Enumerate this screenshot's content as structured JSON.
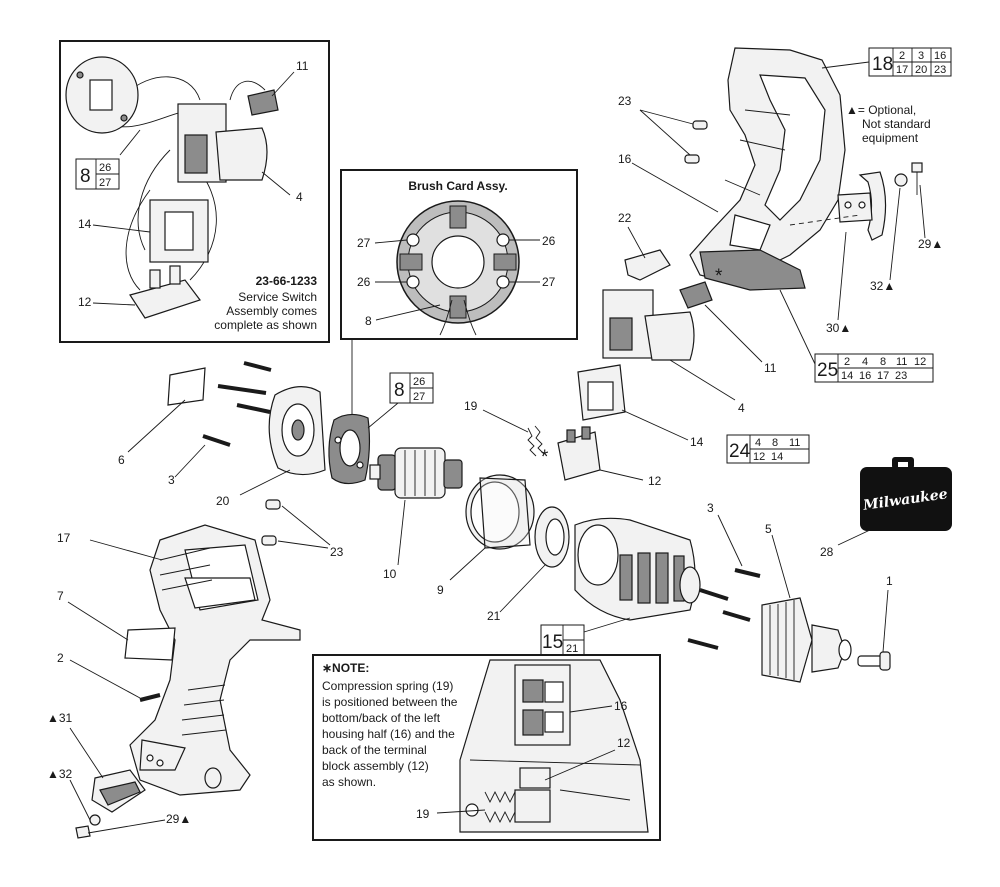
{
  "callouts": {
    "c1": "1",
    "c2": "2",
    "c3a": "3",
    "c3b": "3",
    "c4a": "4",
    "c4b": "4",
    "c5": "5",
    "c6": "6",
    "c7": "7",
    "c8a": "8",
    "c9": "9",
    "c10": "10",
    "c11a": "11",
    "c11b": "11",
    "c12a": "12",
    "c12b": "12",
    "c12c": "12",
    "c14a": "14",
    "c14b": "14",
    "c16a": "16",
    "c16b": "16",
    "c17": "17",
    "c19a": "19",
    "c19b": "19",
    "c20": "20",
    "c21": "21",
    "c22": "22",
    "c23a": "23",
    "c23b": "23",
    "c26a": "26",
    "c26b": "26",
    "c27a": "27",
    "c27b": "27",
    "c28": "28",
    "c29a": "29▲",
    "c29b": "29▲",
    "c30": "30▲",
    "c31": "▲31",
    "c32a": "32▲",
    "c32b": "▲32"
  },
  "ref_boxes": {
    "r18": {
      "main": "18",
      "top": [
        "2",
        "3",
        "16"
      ],
      "bottom": [
        "17",
        "20",
        "23"
      ]
    },
    "r25": {
      "main": "25",
      "top": [
        "2",
        "4",
        "8",
        "11",
        "12"
      ],
      "bottom": [
        "14",
        "16",
        "17",
        "23"
      ]
    },
    "r24": {
      "main": "24",
      "top": [
        "4",
        "8",
        "11"
      ],
      "bottom": [
        "12",
        "14"
      ]
    },
    "r8a": {
      "main": "8",
      "top": [
        "26"
      ],
      "bottom": [
        "27"
      ]
    },
    "r8b": {
      "main": "8",
      "top": [
        "26"
      ],
      "bottom": [
        "27"
      ]
    },
    "r15": {
      "main": "15",
      "top": [
        ""
      ],
      "bottom": [
        "21"
      ]
    }
  },
  "legend": {
    "optional_line1": "▲= Optional,",
    "optional_line2": "Not standard",
    "optional_line3": "equipment",
    "asterisk": "*"
  },
  "switch_box": {
    "part_no": "23-66-1233",
    "line1": "Service Switch",
    "line2": "Assembly comes",
    "line3": "complete as shown"
  },
  "brush_box": {
    "title": "Brush Card Assy."
  },
  "note_box": {
    "heading": "∗NOTE:",
    "lines": [
      "Compression spring (19)",
      "is positioned between the",
      "bottom/back of the left",
      "housing half (16) and the",
      "back of the terminal",
      "block assembly (12)",
      "as shown."
    ]
  },
  "case_logo": "Milwaukee",
  "colors": {
    "ink": "#1a1a1a",
    "gray_part": "#8c8c8c",
    "light_part": "#f2f2f2",
    "case": "#111111"
  }
}
